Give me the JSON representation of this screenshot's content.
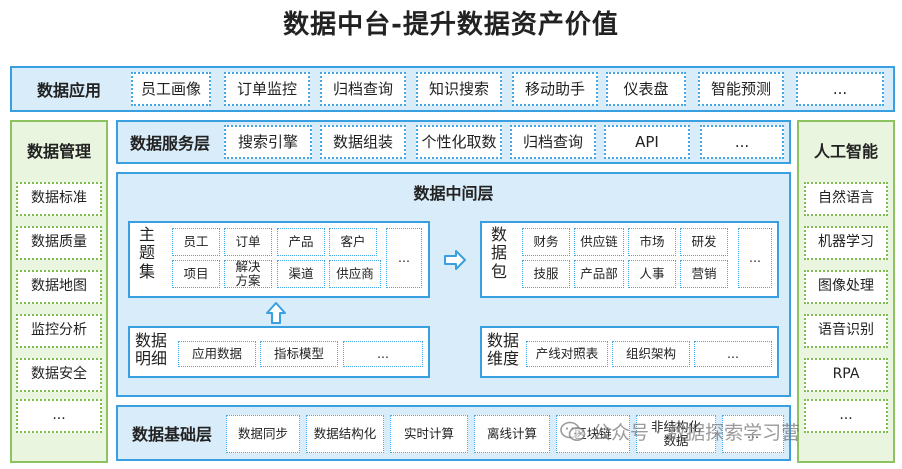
{
  "title": "数据中台-提升数据资产价值",
  "app_layer": {
    "label": "数据应用",
    "items": [
      "员工画像",
      "订单监控",
      "归档查询",
      "知识搜索",
      "移动助手",
      "仪表盘",
      "智能预测",
      "..."
    ]
  },
  "mgmt": {
    "label": "数据管理",
    "items": [
      "数据标准",
      "数据质量",
      "数据地图",
      "监控分析",
      "数据安全",
      "..."
    ]
  },
  "ai": {
    "label": "人工智能",
    "items": [
      "自然语言",
      "机器学习",
      "图像处理",
      "语音识别",
      "RPA",
      "..."
    ]
  },
  "service_layer": {
    "label": "数据服务层",
    "items": [
      "搜索引擎",
      "数据组装",
      "个性化取数",
      "归档查询",
      "API",
      "..."
    ]
  },
  "middle": {
    "label": "数据中间层",
    "subject": {
      "label": "主\n题\n集",
      "items": [
        "员工",
        "订单",
        "产品",
        "客户",
        "项目",
        "解决\n方案",
        "渠道",
        "供应商",
        "..."
      ]
    },
    "package": {
      "label": "数\n据\n包",
      "items": [
        "财务",
        "供应链",
        "市场",
        "研发",
        "技服",
        "产品部",
        "人事",
        "营销",
        "..."
      ]
    },
    "detail": {
      "label": "数据\n明细",
      "items": [
        "应用数据",
        "指标模型",
        "..."
      ]
    },
    "dimension": {
      "label": "数据\n维度",
      "items": [
        "产线对照表",
        "组织架构",
        "..."
      ]
    }
  },
  "base_layer": {
    "label": "数据基础层",
    "items": [
      "数据同步",
      "数据结构化",
      "实时计算",
      "离线计算",
      "区块链",
      "非结构化\n数据",
      "..."
    ]
  },
  "watermark": "公众号 · 数据探索学习营"
}
